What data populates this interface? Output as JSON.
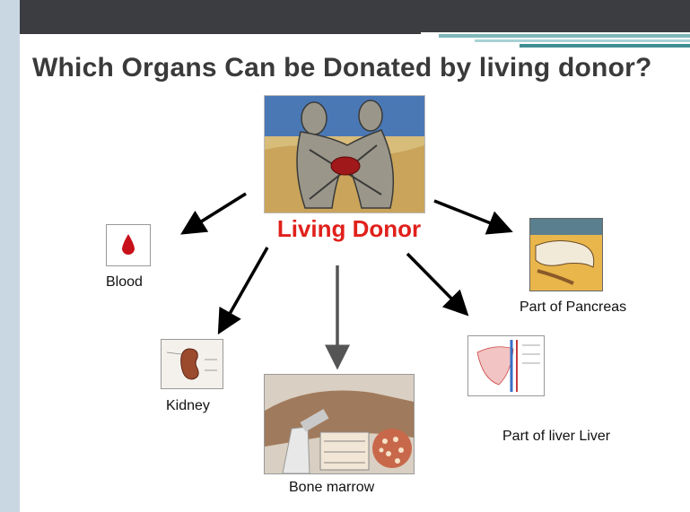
{
  "slide": {
    "title": "Which Organs Can be Donated by living donor?",
    "center_label": "Living Donor",
    "items": [
      {
        "label": "Blood",
        "icon": "blood-drop-icon"
      },
      {
        "label": "Kidney",
        "icon": "kidney-image"
      },
      {
        "label": "Bone marrow",
        "icon": "bone-marrow-image"
      },
      {
        "label": "Part of liver Liver",
        "icon": "liver-image"
      },
      {
        "label": "Part of Pancreas",
        "icon": "pancreas-image"
      }
    ]
  },
  "colors": {
    "title": "#3a3a3a",
    "center_label": "#e0201b",
    "top_bar": "#3b3d40",
    "accent": "#3f8f93",
    "side_panel": "#c9d7e3"
  }
}
